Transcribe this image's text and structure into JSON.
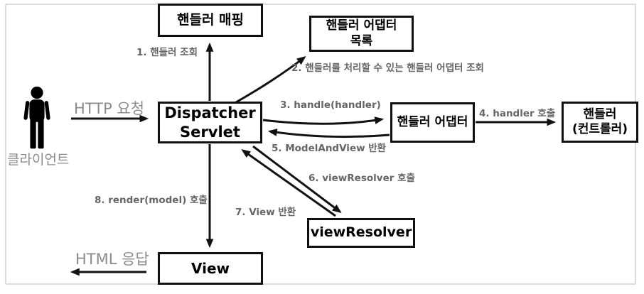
{
  "client": {
    "label": "클라이언트",
    "icon": "person-icon"
  },
  "flows": {
    "request": "HTTP 요청",
    "response": "HTML 응답"
  },
  "boxes": {
    "handler_mapping": {
      "line1": "핸들러 매핑"
    },
    "handler_adapter_list": {
      "line1": "핸들러 어댑터",
      "line2": "목록"
    },
    "dispatcher_servlet": {
      "line1": "Dispatcher",
      "line2": "Servlet"
    },
    "handler_adapter": {
      "line1": "핸들러 어댑터"
    },
    "handler_controller": {
      "line1": "핸들러",
      "line2": "(컨트롤러)"
    },
    "view_resolver": {
      "line1": "viewResolver"
    },
    "view": {
      "line1": "View"
    }
  },
  "steps": {
    "s1": "1. 핸들러 조회",
    "s2": "2. 핸들러를 처리할 수 있는 핸들러 어댑터 조회",
    "s3": "3. handle(handler)",
    "s4": "4. handler 호출",
    "s5": "5. ModelAndView 반환",
    "s6": "6. viewResolver 호출",
    "s7": "7. View 반환",
    "s8": "8. render(model) 호출"
  },
  "colors": {
    "arrow": "#111111",
    "box_border": "#101010",
    "step_label": "#666666",
    "client_label": "#8c8c8c",
    "frame_border": "#dcdcdc"
  }
}
